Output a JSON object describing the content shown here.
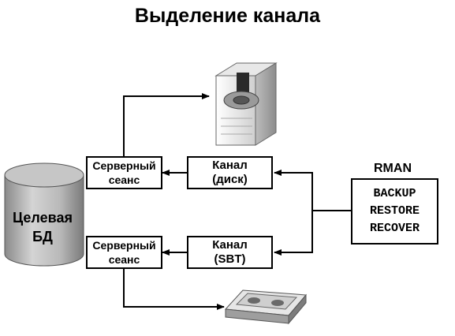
{
  "title": "Выделение канала",
  "database": {
    "line1": "Целевая",
    "line2": "БД"
  },
  "sessions": [
    {
      "line1": "Серверный",
      "line2": "сеанс"
    },
    {
      "line1": "Серверный",
      "line2": "сеанс"
    }
  ],
  "channels": [
    {
      "line1": "Канал",
      "line2": "(диск)"
    },
    {
      "line1": "Канал",
      "line2": "(SBT)"
    }
  ],
  "rman": {
    "title": "RMAN",
    "commands": [
      "BACKUP",
      "RESTORE",
      "RECOVER"
    ]
  },
  "devices": {
    "disk_icon": "disk-server-icon",
    "tape_icon": "tape-cartridge-icon"
  }
}
